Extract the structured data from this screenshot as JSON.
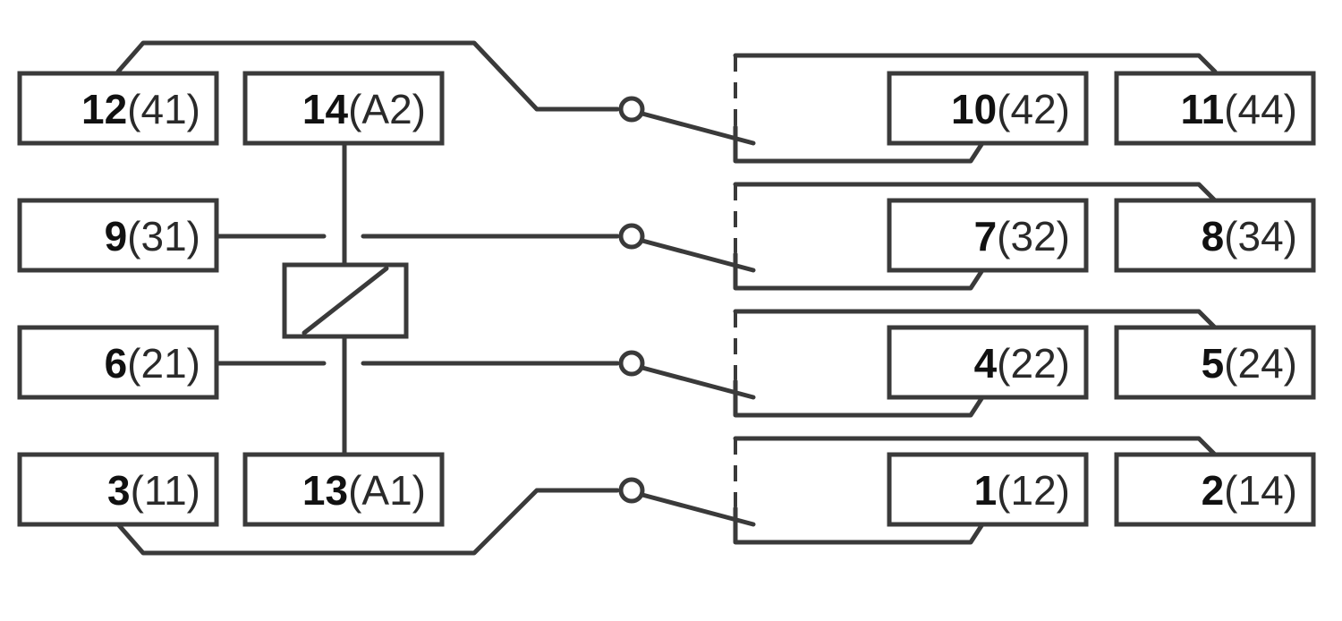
{
  "terminals": [
    {
      "id": "t12",
      "number": "12",
      "code": "41"
    },
    {
      "id": "t14",
      "number": "14",
      "code": "A2"
    },
    {
      "id": "t9",
      "number": "9",
      "code": "31"
    },
    {
      "id": "t6",
      "number": "6",
      "code": "21"
    },
    {
      "id": "t3",
      "number": "3",
      "code": "11"
    },
    {
      "id": "t13",
      "number": "13",
      "code": "A1"
    },
    {
      "id": "t10",
      "number": "10",
      "code": "42"
    },
    {
      "id": "t11",
      "number": "11",
      "code": "44"
    },
    {
      "id": "t7",
      "number": "7",
      "code": "32"
    },
    {
      "id": "t8",
      "number": "8",
      "code": "34"
    },
    {
      "id": "t4",
      "number": "4",
      "code": "22"
    },
    {
      "id": "t5",
      "number": "5",
      "code": "24"
    },
    {
      "id": "t1",
      "number": "1",
      "code": "12"
    },
    {
      "id": "t2",
      "number": "2",
      "code": "14"
    }
  ],
  "colors": {
    "line": "#3a3a3a",
    "text": "#111111",
    "background": "#ffffff"
  }
}
